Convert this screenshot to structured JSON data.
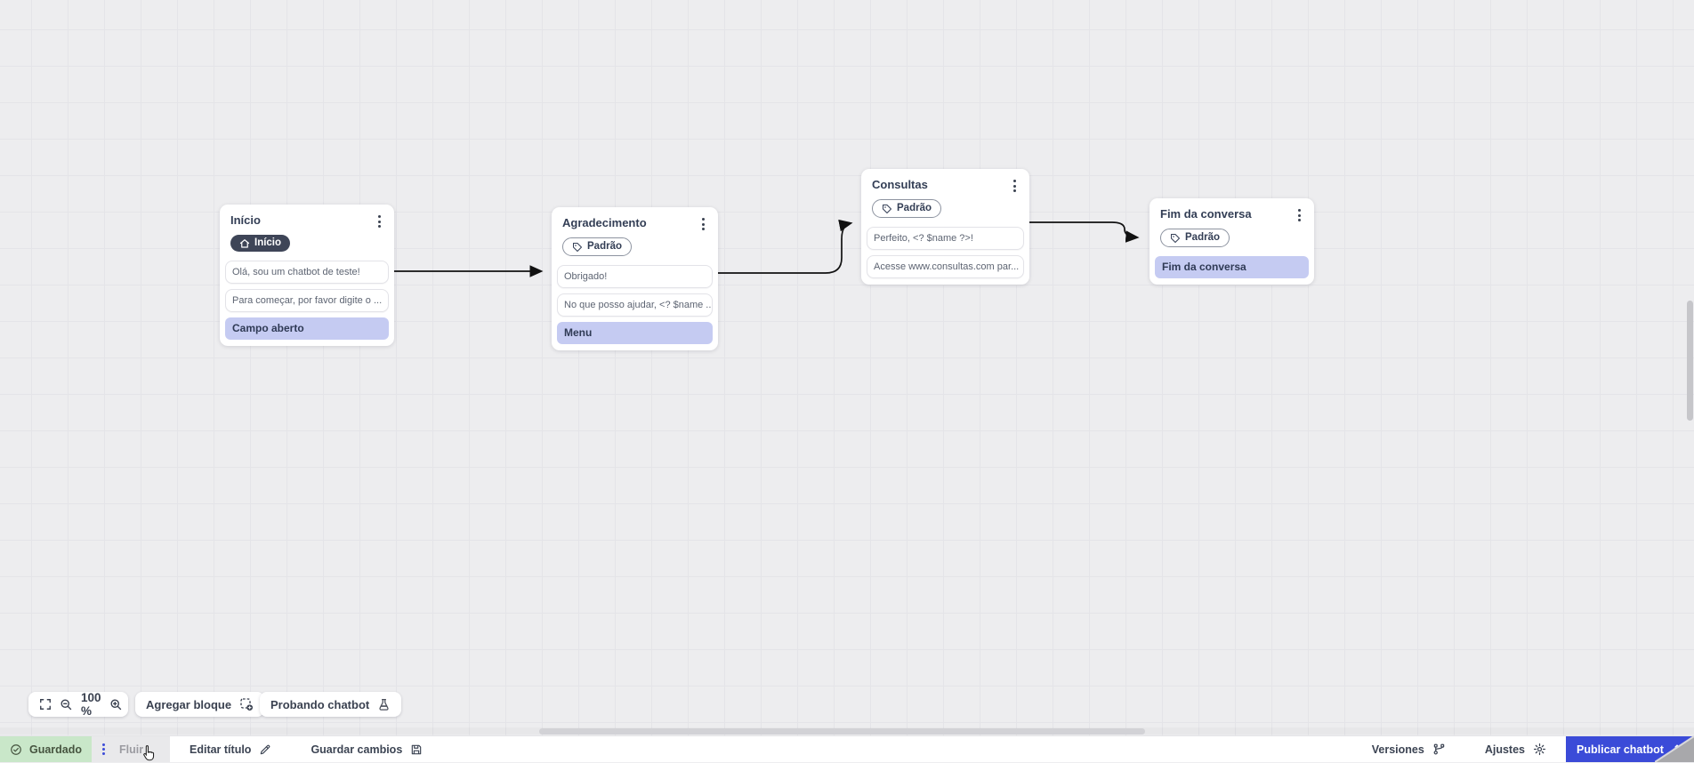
{
  "canvas": {
    "nodes": [
      {
        "title": "Início",
        "badge_label": "Início",
        "badge_icon": "home-icon",
        "messages": [
          "Olá, sou um chatbot de teste!",
          "Para começar, por favor digite o ..."
        ],
        "action_label": "Campo aberto"
      },
      {
        "title": "Agradecimento",
        "badge_label": "Padrão",
        "badge_icon": "tag-icon",
        "messages": [
          "Obrigado!",
          "No que posso ajudar, <? $name ..."
        ],
        "action_label": "Menu"
      },
      {
        "title": "Consultas",
        "badge_label": "Padrão",
        "badge_icon": "tag-icon",
        "messages": [
          "Perfeito, <? $name ?>!",
          "Acesse www.consultas.com par..."
        ]
      },
      {
        "title": "Fim da conversa",
        "badge_label": "Padrão",
        "badge_icon": "tag-icon",
        "messages": [],
        "action_label": "Fim da conversa"
      }
    ]
  },
  "toolbar": {
    "zoom_value": "100 %",
    "add_block_label": "Agregar bloque",
    "test_chatbot_label": "Probando chatbot"
  },
  "statusbar": {
    "saved_label": "Guardado",
    "flow_tab_label": "Fluir",
    "edit_title_label": "Editar título",
    "save_changes_label": "Guardar cambios",
    "versions_label": "Versiones",
    "settings_label": "Ajustes",
    "publish_label": "Publicar chatbot"
  },
  "colors": {
    "accent_indigo": "#3b4bd8",
    "action_block_lavender": "#c5cbf2",
    "saved_green": "#c9e7c9",
    "badge_dark": "#3e4557",
    "canvas_bg": "#ededef",
    "edge_black": "#111111"
  },
  "icons": [
    "home-icon",
    "tag-icon",
    "kebab-menu-icon",
    "fullscreen-icon",
    "zoom-out-icon",
    "zoom-in-icon",
    "add-block-icon",
    "flask-icon",
    "check-circle-icon",
    "pencil-icon",
    "save-icon",
    "git-branch-icon",
    "gear-icon",
    "upload-icon",
    "hand-cursor-icon"
  ]
}
